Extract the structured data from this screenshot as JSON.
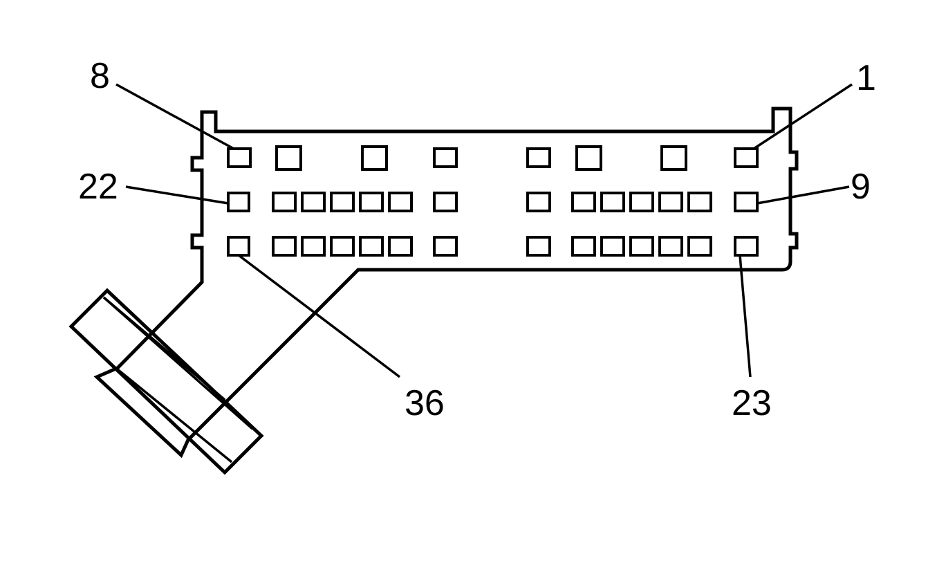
{
  "diagram": {
    "colors": {
      "stroke": "#000000",
      "background": "#ffffff"
    },
    "pin_labels": [
      "8",
      "1",
      "22",
      "9",
      "36",
      "23"
    ]
  }
}
